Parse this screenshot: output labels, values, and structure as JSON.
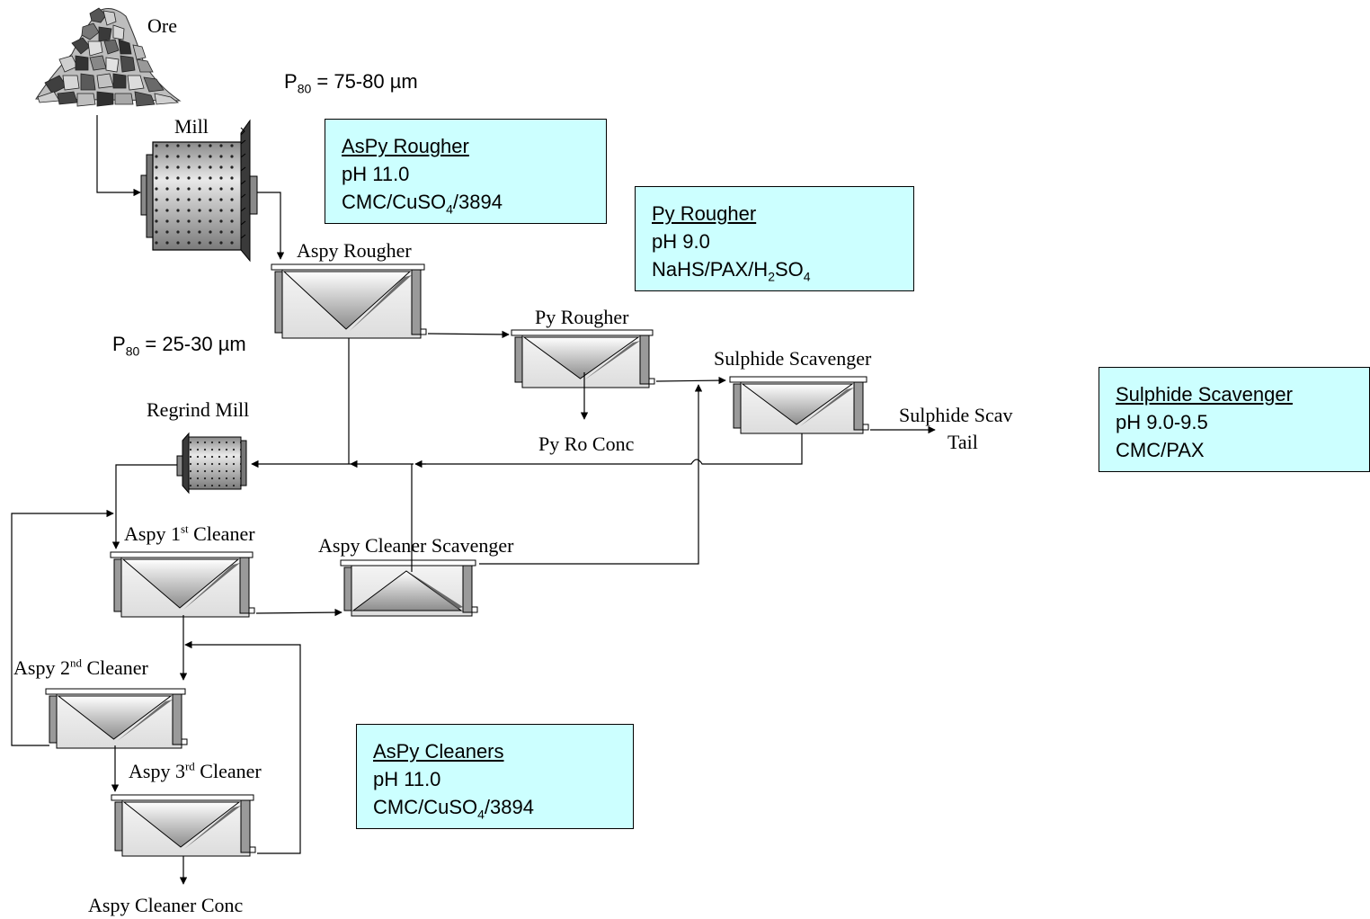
{
  "labels": {
    "ore": "Ore",
    "mill": "Mill",
    "aspy_rougher": "Aspy Rougher",
    "py_rougher": "Py Rougher",
    "sulphide_scavenger": "Sulphide  Scavenger",
    "py_ro_conc": "Py Ro Conc",
    "sulphide_scav_tail_1": "Sulphide Scav",
    "sulphide_scav_tail_2": "Tail",
    "regrind_mill": "Regrind Mill",
    "aspy_1st_pre": "Aspy 1",
    "aspy_1st_sup": "st",
    "aspy_1st_post": " Cleaner",
    "aspy_cleaner_scavenger": "Aspy Cleaner Scavenger",
    "aspy_2nd_pre": "Aspy 2",
    "aspy_2nd_sup": "nd",
    "aspy_2nd_post": " Cleaner",
    "aspy_3rd_pre": "Aspy 3",
    "aspy_3rd_sup": "rd",
    "aspy_3rd_post": " Cleaner",
    "aspy_cleaner_conc": "Aspy Cleaner Conc"
  },
  "p80_primary": {
    "symbol": "P",
    "sub": "80",
    "value": " = 75-80 µm"
  },
  "p80_regrind": {
    "symbol": "P",
    "sub": "80",
    "value": " = 25-30 µm"
  },
  "boxes": {
    "aspy_rougher": {
      "title": "AsPy Rougher",
      "ph": "pH 11.0",
      "reagent_pre": "CMC/CuSO",
      "reagent_sub": "4",
      "reagent_post": "/3894"
    },
    "py_rougher": {
      "title": "Py Rougher",
      "ph": "pH 9.0",
      "reagent_pre": "NaHS/PAX/H",
      "reagent_sub1": "2",
      "reagent_mid": "SO",
      "reagent_sub2": "4"
    },
    "sulphide_scavenger": {
      "title": "Sulphide Scavenger",
      "ph": "pH 9.0-9.5",
      "reagent": "CMC/PAX"
    },
    "aspy_cleaners": {
      "title": "AsPy Cleaners",
      "ph": "pH 11.0",
      "reagent_pre": "CMC/CuSO",
      "reagent_sub": "4",
      "reagent_post": "/3894"
    }
  },
  "colors": {
    "box_fill": "#ccffff",
    "cell_body": "#ececec",
    "cell_wall": "#9a9a9a",
    "ore_dark": "#555555",
    "ore_light": "#cfcfcf",
    "mill_drum": "#b8b8b8"
  }
}
